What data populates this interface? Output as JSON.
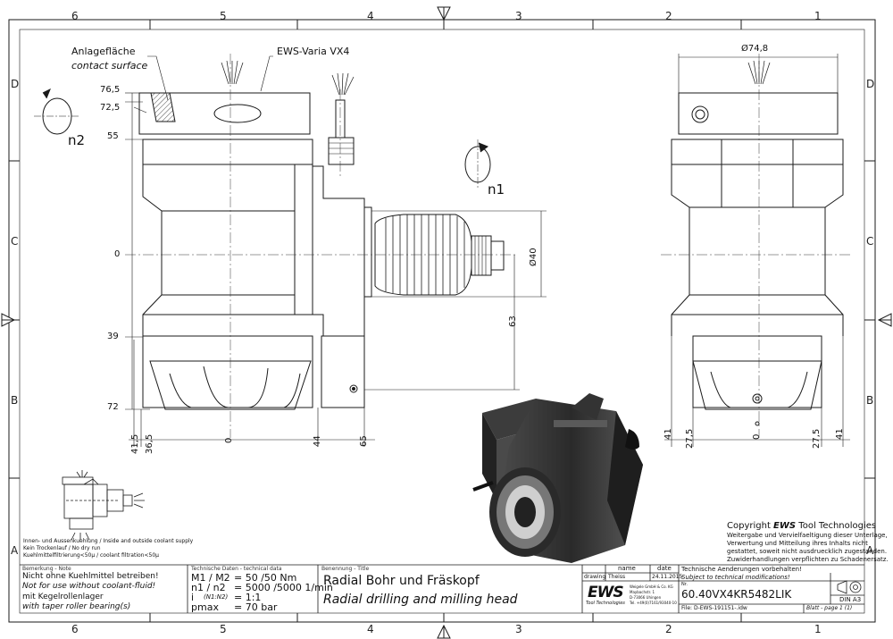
{
  "frame": {
    "zones_top": [
      "6",
      "5",
      "4",
      "3",
      "2",
      "1"
    ],
    "zones_bottom": [
      "6",
      "5",
      "4",
      "3",
      "2",
      "1"
    ],
    "zones_left": [
      "D",
      "C",
      "B",
      "A"
    ],
    "zones_right": [
      "D",
      "C",
      "B",
      "A"
    ]
  },
  "annotations": {
    "contact_de": "Anlagefläche",
    "contact_en": "contact surface",
    "product": "EWS-Varia VX4",
    "n1": "n1",
    "n2": "n2"
  },
  "front_view": {
    "left_dims": [
      "76,5",
      "72,5",
      "55",
      "0",
      "39",
      "72"
    ],
    "bottom_dims": [
      "41,5",
      "36,5",
      "0",
      "44",
      "65"
    ],
    "dia": "Ø40",
    "dim63": "63"
  },
  "side_view": {
    "dia": "Ø74,8",
    "bottom_dims": [
      "41",
      "27,5",
      "0",
      "27,5",
      "41"
    ]
  },
  "copyright": {
    "title_pre": "Copyright ",
    "title_brand": "EWS",
    "title_post": " Tool Technologies",
    "lines": [
      "Weitergabe und Vervielfaeltigung dieser Unterlage,",
      "Verwertung und Mitteilung ihres Inhalts nicht",
      "gestattet, soweit nicht ausdruecklich zugestanden.",
      "Zuwiderhandlungen verpflichten zu Schadenersatz."
    ]
  },
  "inset": {
    "note1": "Innen- und Aussenkuehlung / Inside and outside coolant supply",
    "note2": "Kein Trockenlauf / No dry run",
    "note3": "Kuehlmittelfiltrierung<50µ / coolant filtration<50µ"
  },
  "title_block": {
    "remark_header": "Bemerkung - Note",
    "remark1": "Nicht ohne Kuehlmittel betreiben!",
    "remark2": "Not for use without coolant-fluid!",
    "remark3": "mit Kegelrollenlager",
    "remark4": "with taper roller bearing(s)",
    "tech_header": "Technische Daten - technical data",
    "torque_label": "M1 / M2",
    "torque_value": "= 50  /50  Nm",
    "speed_label": "n1 / n2",
    "speed_value": "= 5000 /5000  1/min",
    "ratio_label": "i",
    "ratio_sub": "(N1:N2)",
    "ratio_value": "= 1:1",
    "pmax_label": "pmax",
    "pmax_value": "= 70  bar",
    "title_header": "Benennung - Title",
    "title_de": "Radial Bohr und Fräskopf",
    "title_en": "Radial drilling and milling head",
    "col_name": "name",
    "col_date": "date",
    "drawing_label": "drawing",
    "drawing_name": "Theiss",
    "drawing_date": "24.11.2015",
    "logo": "EWS",
    "logo_sub": "Tool Technologies",
    "address": [
      "Weigele GmbH & Co. KG",
      "Maybachstr. 1",
      "D-73066 Uhingen",
      "Tel. +49(0)7161/93040-10"
    ],
    "change_de": "Technische Aenderungen vorbehalten!",
    "change_en": "Subject to technical modifications!",
    "nr_label": "Nr.",
    "part_no": "60.40VX4KR5482LIK",
    "file": "File: D-EWS-191151-.idw",
    "sheet": "Blatt - page  1 (1)",
    "format": "DIN A3"
  },
  "colors": {
    "line": "#1a1a1a",
    "hidden": "#333333",
    "body_dark": "#2f2f2f",
    "body_mid": "#5a5a5a"
  }
}
